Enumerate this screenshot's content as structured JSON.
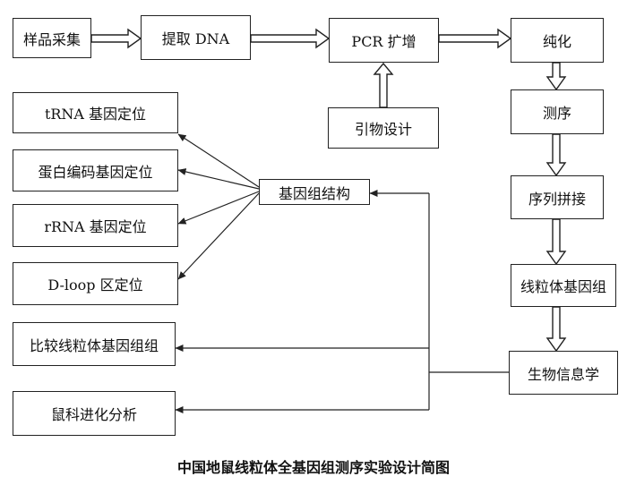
{
  "boxes": {
    "sample": "样品采集",
    "extract": "提取 DNA",
    "pcr": "PCR 扩增",
    "purify": "纯化",
    "primer": "引物设计",
    "sequencing": "测序",
    "assembly": "序列拼接",
    "mitogenome": "线粒体基因组",
    "bioinfo": "生物信息学",
    "structure": "基因组结构",
    "trna": "tRNA 基因定位",
    "protein": "蛋白编码基因定位",
    "rrna": "rRNA 基因定位",
    "dloop": "D-loop 区定位",
    "compare": "比较线粒体基因组组",
    "evolution": "鼠科进化分析"
  },
  "caption": "中国地鼠线粒体全基因组测序实验设计简图"
}
